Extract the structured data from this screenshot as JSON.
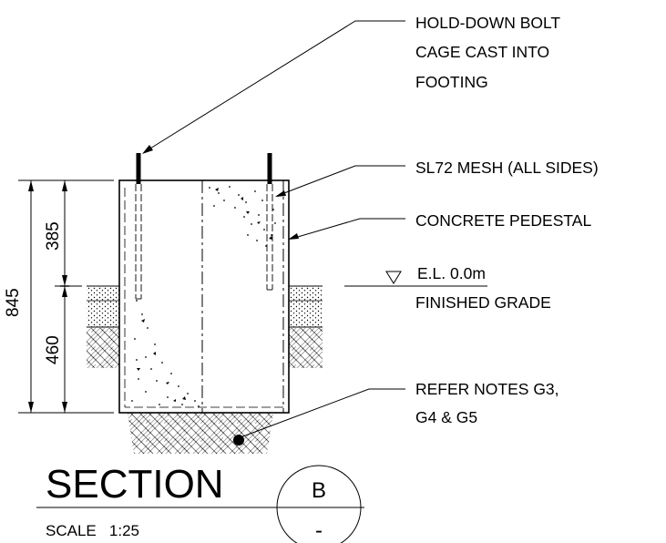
{
  "notes": {
    "bolt": [
      "HOLD-DOWN BOLT",
      "CAGE CAST INTO",
      "FOOTING"
    ],
    "mesh": "SL72 MESH (ALL SIDES)",
    "pedestal": "CONCRETE PEDESTAL",
    "elevation": "E.L. 0.0m",
    "grade": "FINISHED GRADE",
    "refer": [
      "REFER NOTES G3,",
      "G4 & G5"
    ]
  },
  "dimensions": {
    "total": "845",
    "upper": "385",
    "lower": "460"
  },
  "title": {
    "heading": "SECTION",
    "scale": "SCALE   1:25",
    "bubble_letter": "B",
    "bubble_sheet": "-"
  }
}
